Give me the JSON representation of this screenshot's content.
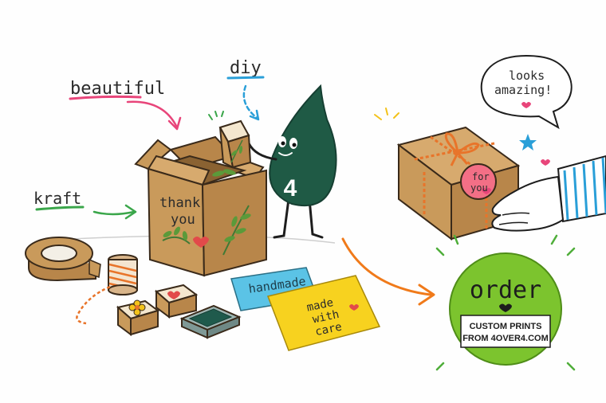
{
  "annotations": {
    "beautiful": "beautiful",
    "diy": "diy",
    "kraft": "kraft"
  },
  "mascot": {
    "number": "4"
  },
  "box_text": {
    "line1": "thank",
    "line2": "you"
  },
  "speech_bubble": {
    "line1": "looks",
    "line2": "amazing!"
  },
  "gift_tag": {
    "line1": "for",
    "line2": "you"
  },
  "cards": {
    "blue": "handmade",
    "yellow_line1": "made",
    "yellow_line2": "with",
    "yellow_line3": "care"
  },
  "cta": {
    "title": "order",
    "line1": "CUSTOM PRINTS",
    "line2": "FROM 4OVER4.COM"
  },
  "colors": {
    "kraft": "#c99a5b",
    "kraft_dark": "#a87a3f",
    "mascot": "#1f5a45",
    "cta_green": "#7cc42e",
    "arrow_pink": "#e8457a",
    "arrow_blue": "#2a9fd8",
    "arrow_green": "#3aa64a",
    "arrow_orange": "#f07a1a",
    "card_blue": "#5bc3e6",
    "card_yellow": "#f7d21f"
  }
}
